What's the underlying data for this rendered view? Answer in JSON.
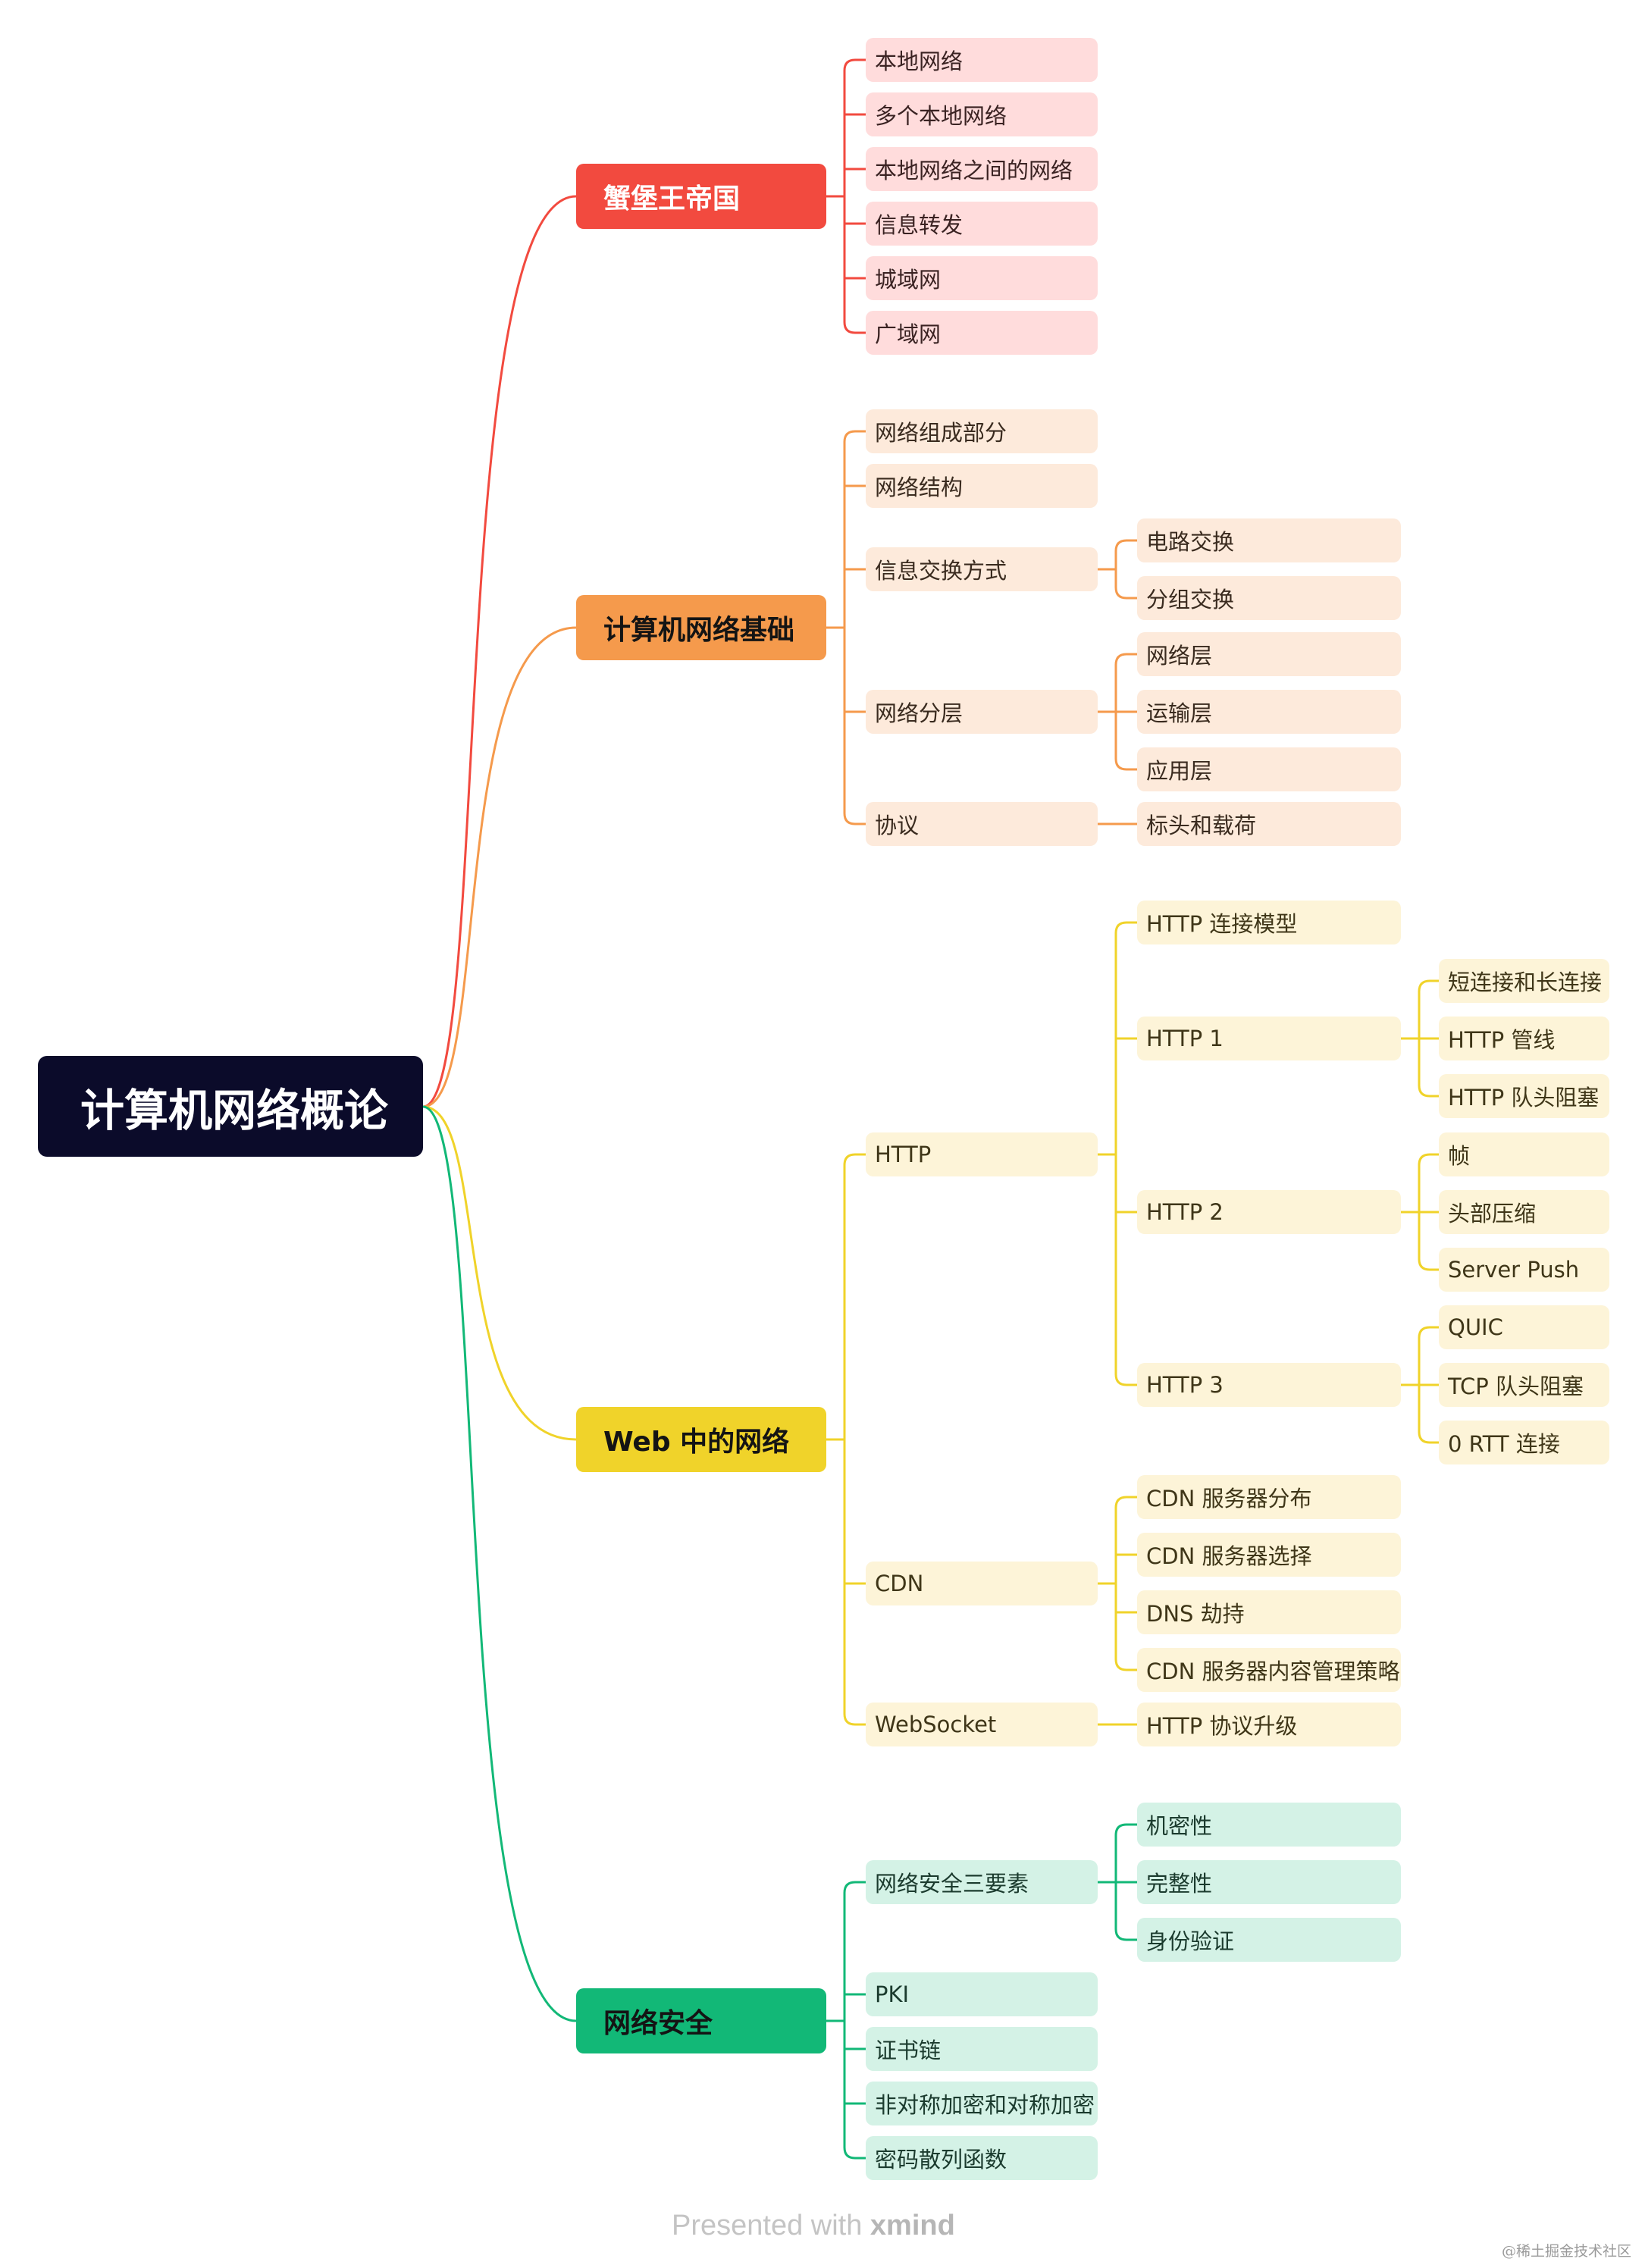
{
  "colors": {
    "red": "#f24a3f",
    "orange": "#f59a4c",
    "yellow": "#f0d32a",
    "green": "#12b877",
    "root": "#0b0b2a"
  },
  "root": "计算机网络概论",
  "branches": [
    {
      "id": "b1",
      "color": "red",
      "label": "蟹堡王帝国",
      "children": [
        {
          "id": "b1c1",
          "label": "本地网络"
        },
        {
          "id": "b1c2",
          "label": "多个本地网络"
        },
        {
          "id": "b1c3",
          "label": "本地网络之间的网络"
        },
        {
          "id": "b1c4",
          "label": "信息转发"
        },
        {
          "id": "b1c5",
          "label": "城域网"
        },
        {
          "id": "b1c6",
          "label": "广域网"
        }
      ]
    },
    {
      "id": "b2",
      "color": "orange",
      "label": "计算机网络基础",
      "children": [
        {
          "id": "b2c1",
          "label": "网络组成部分"
        },
        {
          "id": "b2c2",
          "label": "网络结构"
        },
        {
          "id": "b2c3",
          "label": "信息交换方式",
          "children": [
            {
              "id": "b2c3a",
              "label": "电路交换"
            },
            {
              "id": "b2c3b",
              "label": "分组交换"
            }
          ]
        },
        {
          "id": "b2c4",
          "label": "网络分层",
          "children": [
            {
              "id": "b2c4a",
              "label": "网络层"
            },
            {
              "id": "b2c4b",
              "label": "运输层"
            },
            {
              "id": "b2c4c",
              "label": "应用层"
            }
          ]
        },
        {
          "id": "b2c5",
          "label": "协议",
          "children": [
            {
              "id": "b2c5a",
              "label": "标头和载荷"
            }
          ]
        }
      ]
    },
    {
      "id": "b3",
      "color": "yellow",
      "label": "Web 中的网络",
      "children": [
        {
          "id": "b3c1",
          "label": "HTTP",
          "children": [
            {
              "id": "b3c1a",
              "label": "HTTP 连接模型"
            },
            {
              "id": "b3c1b",
              "label": "HTTP 1",
              "children": [
                {
                  "id": "b3c1b1",
                  "label": "短连接和长连接"
                },
                {
                  "id": "b3c1b2",
                  "label": "HTTP 管线"
                },
                {
                  "id": "b3c1b3",
                  "label": "HTTP 队头阻塞"
                }
              ]
            },
            {
              "id": "b3c1c",
              "label": "HTTP 2",
              "children": [
                {
                  "id": "b3c1c1",
                  "label": "帧"
                },
                {
                  "id": "b3c1c2",
                  "label": "头部压缩"
                },
                {
                  "id": "b3c1c3",
                  "label": "Server Push"
                }
              ]
            },
            {
              "id": "b3c1d",
              "label": "HTTP 3",
              "children": [
                {
                  "id": "b3c1d1",
                  "label": "QUIC"
                },
                {
                  "id": "b3c1d2",
                  "label": "TCP 队头阻塞"
                },
                {
                  "id": "b3c1d3",
                  "label": "0 RTT 连接"
                }
              ]
            }
          ]
        },
        {
          "id": "b3c2",
          "label": "CDN",
          "children": [
            {
              "id": "b3c2a",
              "label": "CDN 服务器分布"
            },
            {
              "id": "b3c2b",
              "label": "CDN 服务器选择"
            },
            {
              "id": "b3c2c",
              "label": "DNS 劫持"
            },
            {
              "id": "b3c2d",
              "label": "CDN 服务器内容管理策略"
            }
          ]
        },
        {
          "id": "b3c3",
          "label": "WebSocket",
          "children": [
            {
              "id": "b3c3a",
              "label": "HTTP 协议升级"
            }
          ]
        }
      ]
    },
    {
      "id": "b4",
      "color": "green",
      "label": "网络安全",
      "children": [
        {
          "id": "b4c1",
          "label": "网络安全三要素",
          "children": [
            {
              "id": "b4c1a",
              "label": "机密性"
            },
            {
              "id": "b4c1b",
              "label": "完整性"
            },
            {
              "id": "b4c1c",
              "label": "身份验证"
            }
          ]
        },
        {
          "id": "b4c2",
          "label": "PKI"
        },
        {
          "id": "b4c3",
          "label": "证书链"
        },
        {
          "id": "b4c4",
          "label": "非对称加密和对称加密"
        },
        {
          "id": "b4c5",
          "label": "密码散列函数"
        }
      ]
    }
  ],
  "footer": {
    "prefix": "Presented with ",
    "brand": "xmind"
  },
  "watermark": "@稀土掘金技术社区"
}
